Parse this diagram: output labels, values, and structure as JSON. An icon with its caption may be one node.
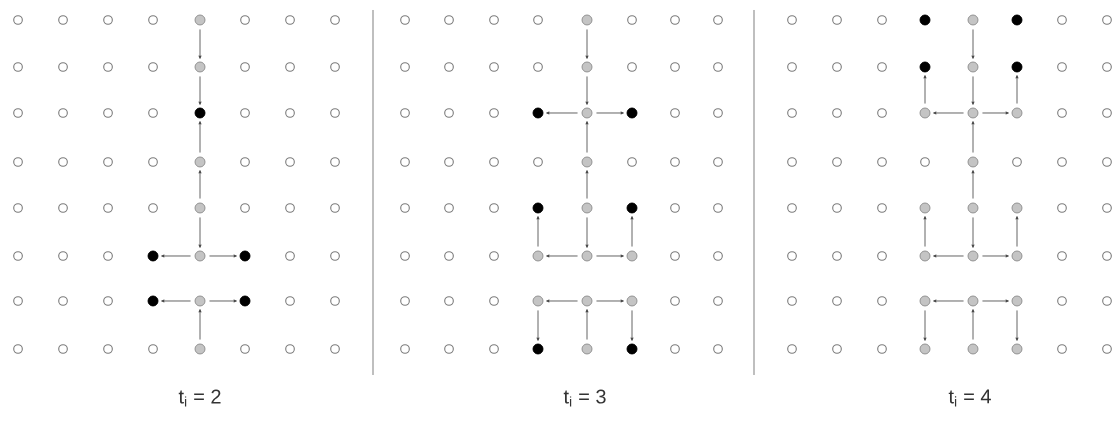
{
  "diagram": {
    "nodes": [
      {
        "text": [],
        "shape": "circle"
      },
      {
        "text": [],
        "shape": "circle"
      },
      {
        "text": [],
        "shape": "circle"
      },
      {
        "text": [],
        "shape": "circle"
      },
      {
        "text": [],
        "shape": "circle"
      },
      {
        "text": [],
        "shape": "circle"
      },
      {
        "text": [],
        "shape": "circle"
      },
      {
        "text": [],
        "shape": "circle"
      },
      {
        "text": [],
        "shape": "circle"
      },
      {
        "text": [],
        "shape": "circle"
      },
      {
        "text": [],
        "shape": "circle"
      },
      {
        "text": [],
        "shape": "circle"
      },
      {
        "text": [],
        "shape": "circle"
      },
      {
        "text": [],
        "shape": "circle"
      },
      {
        "text": [],
        "shape": "circle"
      },
      {
        "text": [],
        "shape": "circle"
      },
      {
        "text": [],
        "shape": "circle"
      },
      {
        "text": [],
        "shape": "circle"
      },
      {
        "text": [],
        "shape": "circle"
      },
      {
        "text": [],
        "shape": "circle"
      },
      {
        "text": [],
        "shape": "circle"
      },
      {
        "text": [],
        "shape": "circle"
      },
      {
        "text": [],
        "shape": "circle"
      },
      {
        "text": [],
        "shape": "circle"
      },
      {
        "text": [],
        "shape": "circle"
      },
      {
        "text": [],
        "shape": "circle"
      },
      {
        "text": [],
        "shape": "circle"
      },
      {
        "text": [],
        "shape": "circle"
      },
      {
        "text": [],
        "shape": "circle"
      },
      {
        "text": [],
        "shape": "circle"
      },
      {
        "text": [],
        "shape": "circle"
      },
      {
        "text": [],
        "shape": "circle"
      },
      {
        "text": [],
        "shape": "circle"
      },
      {
        "text": [],
        "shape": "circle"
      },
      {
        "text": [],
        "shape": "circle"
      },
      {
        "text": [],
        "shape": "circle"
      },
      {
        "text": [],
        "shape": "circle"
      },
      {
        "text": [],
        "shape": "circle"
      },
      {
        "text": [],
        "shape": "circle"
      },
      {
        "text": [],
        "shape": "circle"
      },
      {
        "text": [],
        "shape": "circle"
      },
      {
        "text": [],
        "shape": "circle"
      },
      {
        "text": [],
        "shape": "circle"
      },
      {
        "text": [],
        "shape": "circle"
      },
      {
        "text": [],
        "shape": "circle"
      },
      {
        "text": [],
        "shape": "circle"
      },
      {
        "text": [],
        "shape": "circle"
      },
      {
        "text": [],
        "shape": "circle"
      },
      {
        "text": [],
        "shape": "circle"
      },
      {
        "text": [],
        "shape": "circle"
      },
      {
        "text": [],
        "shape": "circle"
      },
      {
        "text": [],
        "shape": "circle"
      }
    ],
    "edges": [
      {
        "from": 0,
        "to": 1,
        "arrow": "to"
      },
      {
        "from": 1,
        "to": 2,
        "arrow": "to"
      },
      {
        "from": 3,
        "to": 2,
        "arrow": "to"
      },
      {
        "from": 4,
        "to": 3,
        "arrow": "to"
      },
      {
        "from": 4,
        "to": 6,
        "arrow": "to"
      },
      {
        "from": 6,
        "to": 5,
        "arrow": "to"
      },
      {
        "from": 6,
        "to": 7,
        "arrow": "to"
      },
      {
        "from": 9,
        "to": 8,
        "arrow": "to"
      },
      {
        "from": 9,
        "to": 10,
        "arrow": "to"
      },
      {
        "from": 11,
        "to": 9,
        "arrow": "to"
      },
      {
        "from": 12,
        "to": 13,
        "arrow": "to"
      },
      {
        "from": 13,
        "to": 15,
        "arrow": "to"
      },
      {
        "from": 15,
        "to": 14,
        "arrow": "to"
      },
      {
        "from": 15,
        "to": 16,
        "arrow": "to"
      },
      {
        "from": 17,
        "to": 15,
        "arrow": "to"
      },
      {
        "from": 19,
        "to": 17,
        "arrow": "to"
      },
      {
        "from": 19,
        "to": 22,
        "arrow": "to"
      },
      {
        "from": 22,
        "to": 21,
        "arrow": "to"
      },
      {
        "from": 22,
        "to": 23,
        "arrow": "to"
      },
      {
        "from": 21,
        "to": 18,
        "arrow": "to"
      },
      {
        "from": 23,
        "to": 20,
        "arrow": "to"
      },
      {
        "from": 25,
        "to": 24,
        "arrow": "to"
      },
      {
        "from": 25,
        "to": 26,
        "arrow": "to"
      },
      {
        "from": 24,
        "to": 27,
        "arrow": "to"
      },
      {
        "from": 26,
        "to": 29,
        "arrow": "to"
      },
      {
        "from": 28,
        "to": 25,
        "arrow": "to"
      },
      {
        "from": 31,
        "to": 34,
        "arrow": "to"
      },
      {
        "from": 34,
        "to": 37,
        "arrow": "to"
      },
      {
        "from": 37,
        "to": 36,
        "arrow": "to"
      },
      {
        "from": 37,
        "to": 38,
        "arrow": "to"
      },
      {
        "from": 36,
        "to": 33,
        "arrow": "to"
      },
      {
        "from": 38,
        "to": 35,
        "arrow": "to"
      },
      {
        "from": 39,
        "to": 37,
        "arrow": "to"
      },
      {
        "from": 41,
        "to": 39,
        "arrow": "to"
      },
      {
        "from": 41,
        "to": 44,
        "arrow": "to"
      },
      {
        "from": 44,
        "to": 43,
        "arrow": "to"
      },
      {
        "from": 44,
        "to": 45,
        "arrow": "to"
      },
      {
        "from": 43,
        "to": 40,
        "arrow": "to"
      },
      {
        "from": 45,
        "to": 42,
        "arrow": "to"
      },
      {
        "from": 47,
        "to": 46,
        "arrow": "to"
      },
      {
        "from": 47,
        "to": 48,
        "arrow": "to"
      },
      {
        "from": 46,
        "to": 49,
        "arrow": "to"
      },
      {
        "from": 48,
        "to": 51,
        "arrow": "to"
      },
      {
        "from": 50,
        "to": 47,
        "arrow": "to"
      }
    ],
    "labels": [
      "t$_{i}$ = 2",
      "t$_{i}$ = 3",
      "t$_{i}$ = 4"
    ]
  }
}
